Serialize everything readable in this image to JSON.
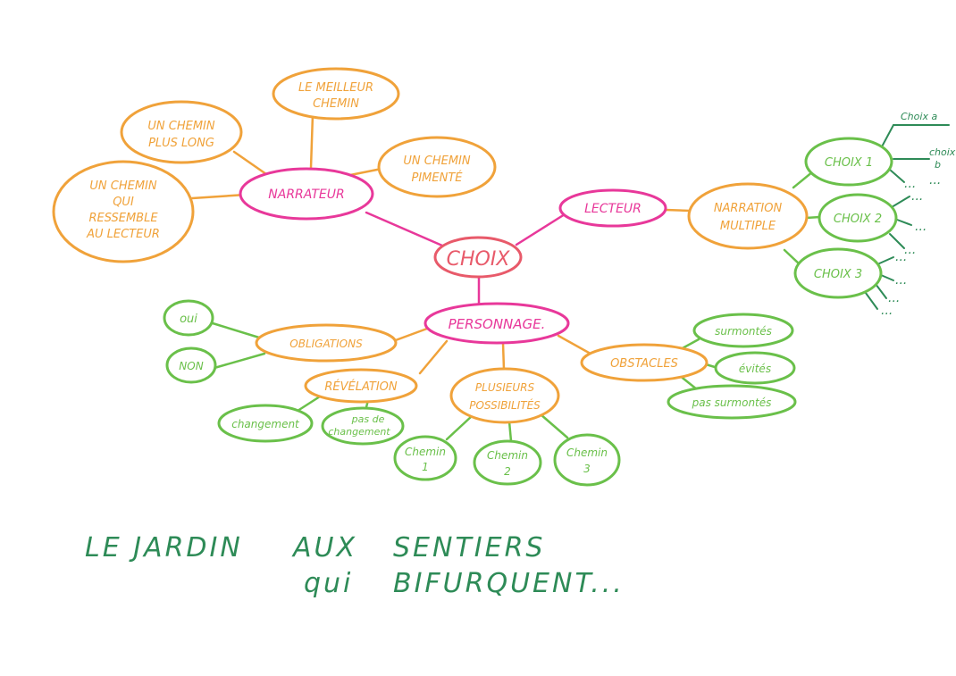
{
  "colors": {
    "pink": "#e8389a",
    "center": "#e85a6a",
    "orange": "#f0a23a",
    "green": "#6ac04a",
    "dark_green": "#2e8b57"
  },
  "nodes": {
    "center": "CHOIX",
    "narrateur": "NARRATEUR",
    "lecteur": "LECTEUR",
    "personnage": "PERSONNAGE.",
    "meilleur_chemin": [
      "LE MEILLEUR",
      "CHEMIN"
    ],
    "chemin_plus_long": [
      "UN CHEMIN",
      "PLUS LONG"
    ],
    "chemin_pimente": [
      "UN CHEMIN",
      "PIMENTÉ"
    ],
    "chemin_ressemble": [
      "UN CHEMIN",
      "QUI",
      "RESSEMBLE",
      "AU LECTEUR"
    ],
    "narration_multiple": [
      "NARRATION",
      "MULTIPLE"
    ],
    "choix1": "CHOIX 1",
    "choix2": "CHOIX 2",
    "choix3": "CHOIX 3",
    "choix_a": "Choix a",
    "choix_b": [
      "choix",
      "b"
    ],
    "obligations": "OBLIGATIONS",
    "oui": "oui",
    "non": "NON",
    "revelation": "RÉVÉLATION",
    "changement": "changement",
    "pas_de_changement": [
      "pas de",
      "changement"
    ],
    "plusieurs_possibilites": [
      "PLUSIEURS",
      "POSSIBILITÉS"
    ],
    "chemin1": [
      "Chemin",
      "1"
    ],
    "chemin2": [
      "Chemin",
      "2"
    ],
    "chemin3": [
      "Chemin",
      "3"
    ],
    "obstacles": "OBSTACLES",
    "surmontes": "surmontés",
    "evites": "évités",
    "pas_surmontes": "pas surmontés",
    "ellipsis": "..."
  },
  "caption": {
    "line1": [
      "LE JARDIN",
      "AUX",
      "SENTIERS"
    ],
    "line2": [
      "qui",
      "BIFURQUENT..."
    ]
  }
}
